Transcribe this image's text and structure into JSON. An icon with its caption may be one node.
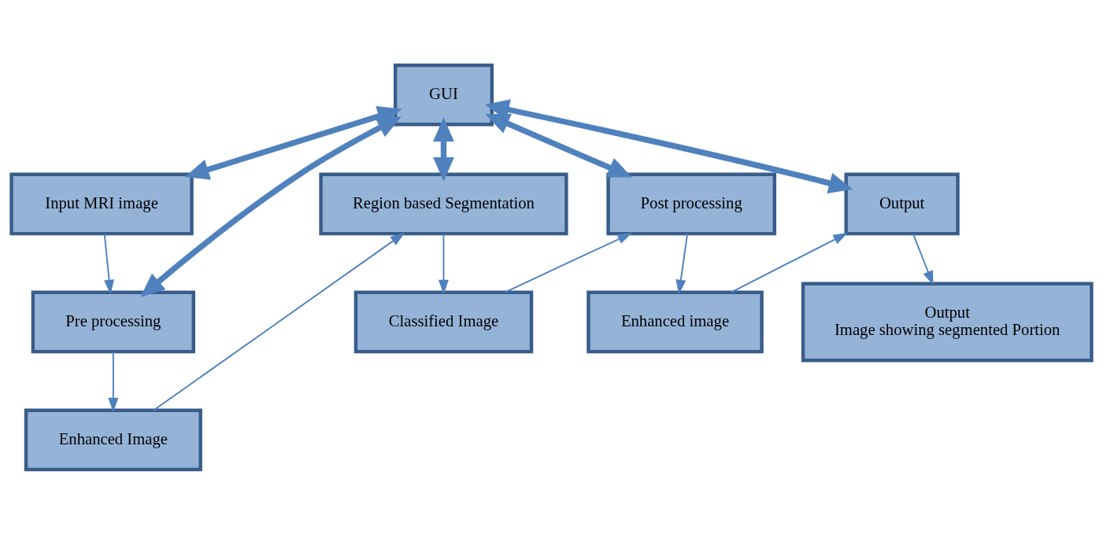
{
  "diagram": {
    "nodes": [
      {
        "text": [
          "GUI"
        ]
      },
      {
        "text": [
          "Input MRI image"
        ]
      },
      {
        "text": [
          "Pre processing"
        ]
      },
      {
        "text": [
          "Enhanced Image"
        ]
      },
      {
        "text": [
          "Region based Segmentation"
        ]
      },
      {
        "text": [
          "Classified Image"
        ]
      },
      {
        "text": [
          "Post processing"
        ]
      },
      {
        "text": [
          "Enhanced image"
        ]
      },
      {
        "text": [
          "Output"
        ]
      },
      {
        "text": [
          "Output",
          "Image showing segmented Portion"
        ]
      }
    ],
    "edges": [
      {
        "from": 0,
        "to": 1,
        "arrow": "both",
        "style": "thick"
      },
      {
        "from": 0,
        "to": 2,
        "arrow": "both",
        "style": "thick"
      },
      {
        "from": 0,
        "to": 4,
        "arrow": "both",
        "style": "thick"
      },
      {
        "from": 0,
        "to": 6,
        "arrow": "both",
        "style": "thick"
      },
      {
        "from": 0,
        "to": 8,
        "arrow": "both",
        "style": "thick"
      },
      {
        "from": 1,
        "to": 2,
        "arrow": "to"
      },
      {
        "from": 2,
        "to": 3,
        "arrow": "to"
      },
      {
        "from": 3,
        "to": 4,
        "arrow": "to"
      },
      {
        "from": 4,
        "to": 5,
        "arrow": "to"
      },
      {
        "from": 5,
        "to": 6,
        "arrow": "to"
      },
      {
        "from": 6,
        "to": 7,
        "arrow": "to"
      },
      {
        "from": 7,
        "to": 8,
        "arrow": "to"
      },
      {
        "from": 8,
        "to": 9,
        "arrow": "to"
      }
    ]
  }
}
